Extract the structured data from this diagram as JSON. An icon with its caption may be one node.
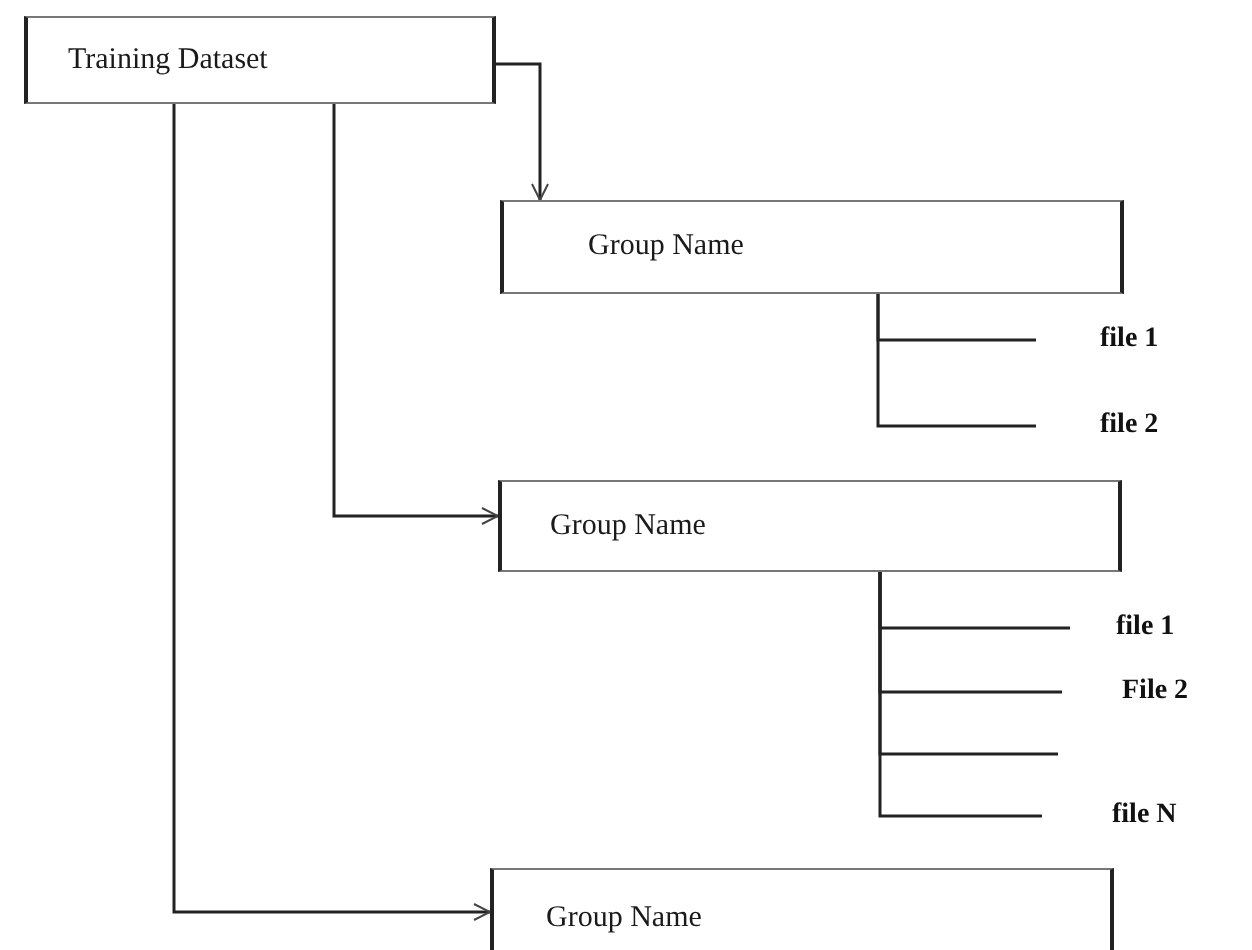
{
  "diagram": {
    "nodes": [
      {
        "text": [
          "Training Dataset"
        ]
      },
      {
        "text": [
          "Group Name"
        ]
      },
      {
        "text": [
          "file 1"
        ]
      },
      {
        "text": [
          "file 2"
        ]
      },
      {
        "text": [
          "Group Name"
        ]
      },
      {
        "text": [
          "file 1"
        ]
      },
      {
        "text": [
          "File 2"
        ]
      },
      {
        "text": [
          "file N"
        ]
      },
      {
        "text": [
          "Group Name"
        ]
      }
    ],
    "edges": [
      {
        "from": 0,
        "to": 1,
        "arrow": "to"
      },
      {
        "from": 0,
        "to": 4,
        "arrow": "to"
      },
      {
        "from": 0,
        "to": 8,
        "arrow": "to"
      },
      {
        "from": 1,
        "to": 2,
        "arrow": "none"
      },
      {
        "from": 1,
        "to": 3,
        "arrow": "none"
      },
      {
        "from": 4,
        "to": 5,
        "arrow": "none"
      },
      {
        "from": 4,
        "to": 6,
        "arrow": "none"
      },
      {
        "from": 4,
        "to": null,
        "arrow": "none"
      },
      {
        "from": 4,
        "to": 7,
        "arrow": "none"
      }
    ]
  }
}
